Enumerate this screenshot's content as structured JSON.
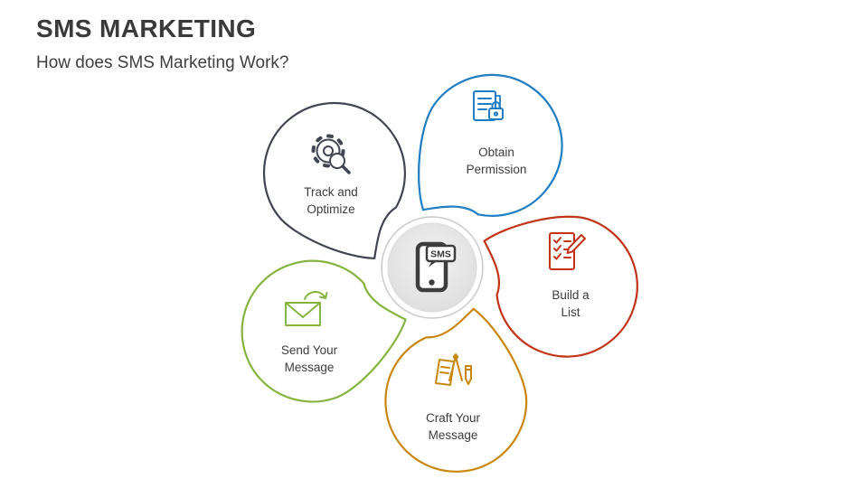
{
  "slide": {
    "title": "SMS MARKETING",
    "subtitle": "How does SMS Marketing Work?"
  },
  "center": {
    "label": "SMS",
    "icon": "smartphone-sms-icon"
  },
  "steps": [
    {
      "id": "obtain-permission",
      "label": "Obtain\nPermission",
      "icon": "document-lock-icon",
      "color": "#1f7dc4"
    },
    {
      "id": "build-a-list",
      "label": "Build a\nList",
      "icon": "checklist-pencil-icon",
      "color": "#c23417"
    },
    {
      "id": "craft-your-message",
      "label": "Craft Your\nMessage",
      "icon": "drafting-tools-icon",
      "color": "#c8860b"
    },
    {
      "id": "send-your-message",
      "label": "Send Your\nMessage",
      "icon": "envelope-arrow-icon",
      "color": "#85b440"
    },
    {
      "id": "track-and-optimize",
      "label": "Track and\nOptimize",
      "icon": "gear-magnifier-icon",
      "color": "#404551"
    }
  ]
}
